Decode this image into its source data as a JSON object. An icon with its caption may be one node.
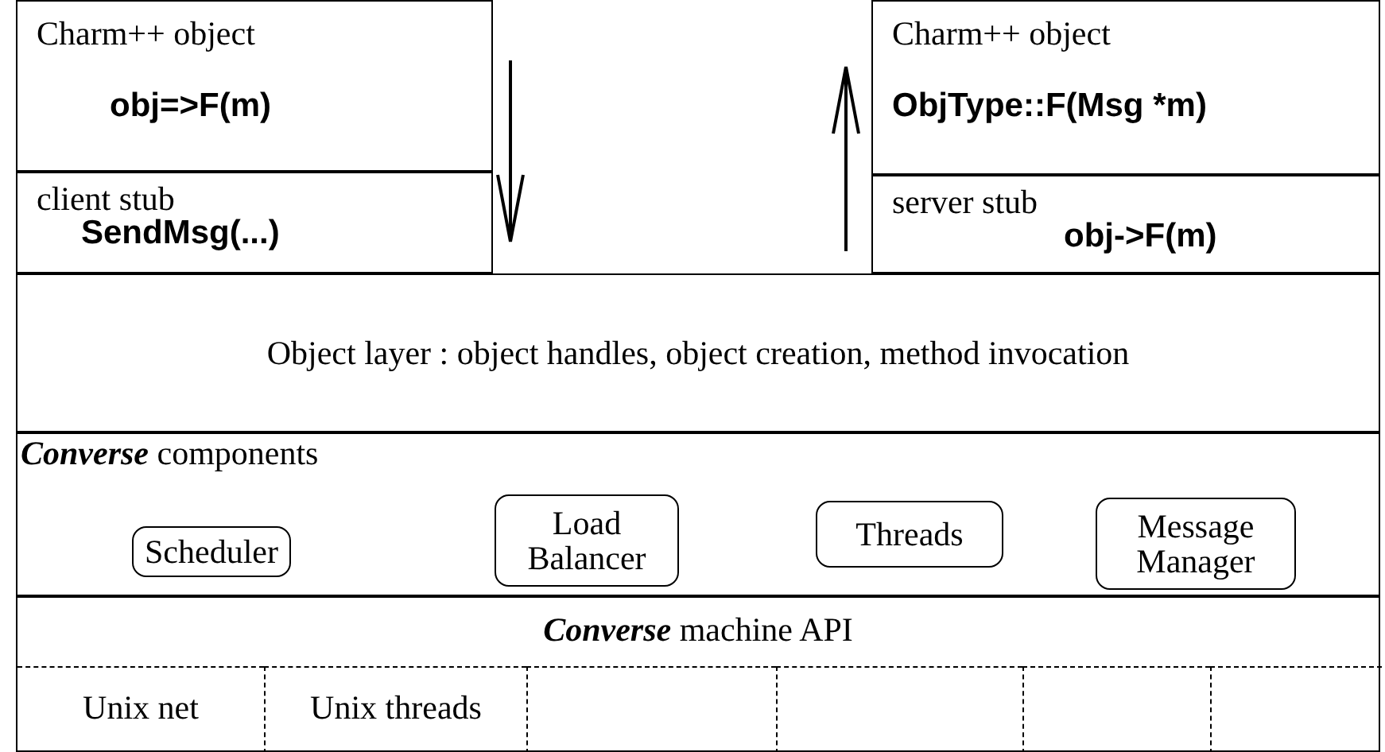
{
  "diagram": {
    "nodes": [
      {
        "text": [
          "Charm++ object",
          "obj=>F(m)"
        ]
      },
      {
        "text": [
          "client stub",
          "SendMsg(...)"
        ]
      },
      {
        "text": [
          "Charm++ object",
          "ObjType::F(Msg *m)"
        ]
      },
      {
        "text": [
          "server stub",
          "obj->F(m)"
        ]
      },
      {
        "text": [
          "Object layer : object handles, object creation, method invocation"
        ]
      },
      {
        "text": [
          "**Converse** components"
        ]
      },
      {
        "text": [
          "Scheduler"
        ],
        "in": 5
      },
      {
        "text": [
          "Load Balancer"
        ],
        "in": 5
      },
      {
        "text": [
          "Threads"
        ],
        "in": 5
      },
      {
        "text": [
          "Message Manager"
        ],
        "in": 5
      },
      {
        "text": [
          "**Converse** machine API"
        ]
      },
      {
        "text": [
          "Unix net"
        ],
        "in": 10
      },
      {
        "text": [
          "Unix threads"
        ],
        "in": 10
      },
      {
        "text": [],
        "shape": "box",
        "in": 10
      },
      {
        "text": [],
        "shape": "box",
        "in": 10
      },
      {
        "text": [],
        "shape": "box",
        "in": 10
      },
      {
        "text": [],
        "shape": "box",
        "in": 10
      }
    ]
  }
}
